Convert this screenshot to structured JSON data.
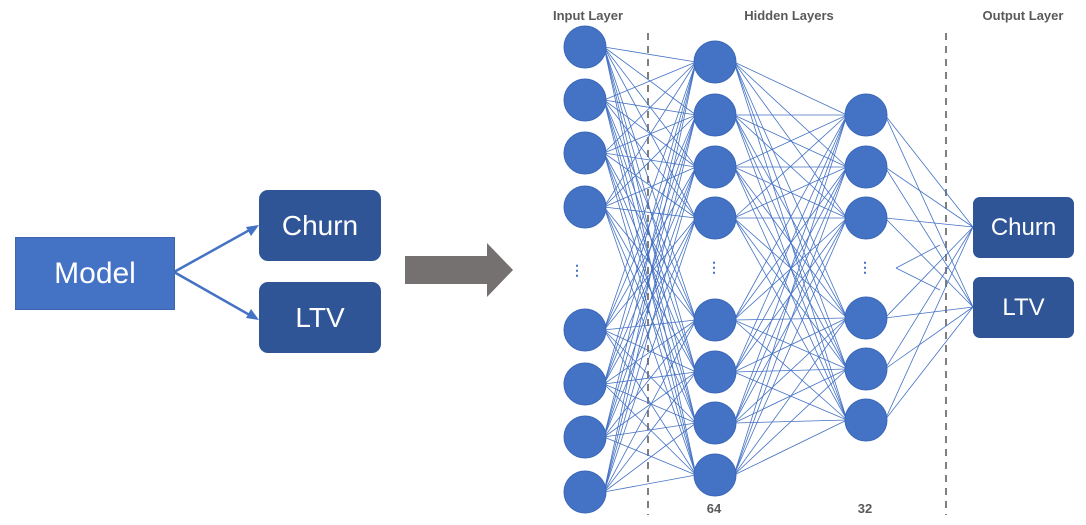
{
  "left_diagram": {
    "model_label": "Model",
    "outputs": [
      "Churn",
      "LTV"
    ]
  },
  "network": {
    "layer_titles": {
      "input": "Input Layer",
      "hidden": "Hidden Layers",
      "output": "Output Layer"
    },
    "hidden_sizes": [
      "64",
      "32"
    ],
    "ellipsis": "⋮",
    "outputs": [
      "Churn",
      "LTV"
    ]
  },
  "colors": {
    "node": "#4472C4",
    "box_dark": "#2F5597",
    "box_model": "#4472C4",
    "edge": "#4472C4",
    "arrow": "#767171",
    "divider": "#7F7F7F"
  }
}
